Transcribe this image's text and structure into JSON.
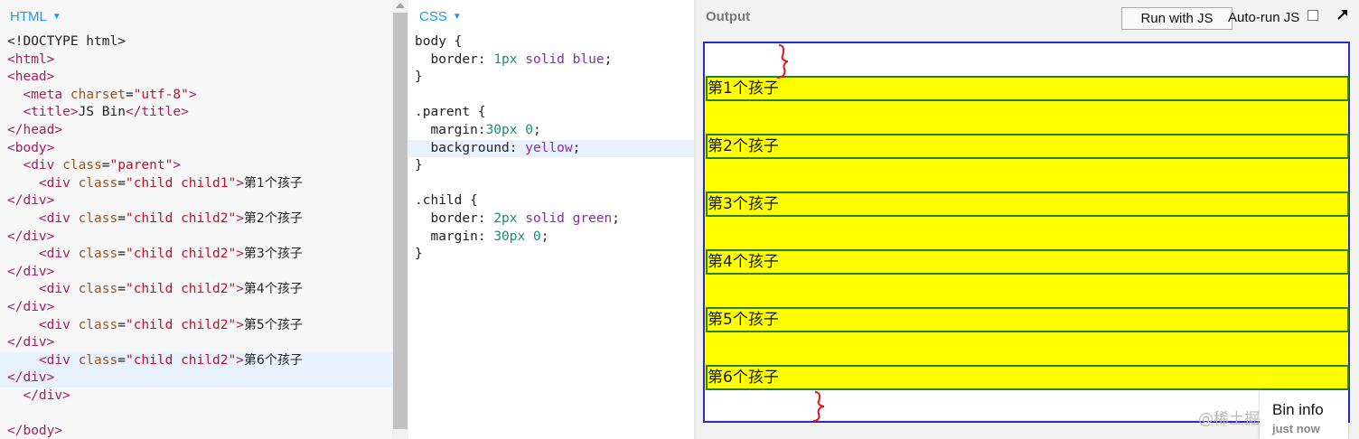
{
  "html_panel": {
    "label": "HTML",
    "caret": "▼",
    "lines": [
      [
        [
          "plain",
          "<!DOCTYPE html>"
        ]
      ],
      [
        [
          "tag",
          "<html>"
        ]
      ],
      [
        [
          "tag",
          "<head>"
        ]
      ],
      [
        [
          "plain",
          "  "
        ],
        [
          "tag",
          "<meta "
        ],
        [
          "attr",
          "charset"
        ],
        [
          "plain",
          "="
        ],
        [
          "str",
          "\"utf-8\""
        ],
        [
          "tag",
          ">"
        ]
      ],
      [
        [
          "plain",
          "  "
        ],
        [
          "tag",
          "<title>"
        ],
        [
          "plain",
          "JS Bin"
        ],
        [
          "tag",
          "</title>"
        ]
      ],
      [
        [
          "tag",
          "</head>"
        ]
      ],
      [
        [
          "tag",
          "<body>"
        ]
      ],
      [
        [
          "plain",
          "  "
        ],
        [
          "tag",
          "<div "
        ],
        [
          "attr",
          "class"
        ],
        [
          "plain",
          "="
        ],
        [
          "str",
          "\"parent\""
        ],
        [
          "tag",
          ">"
        ]
      ],
      [
        [
          "plain",
          "    "
        ],
        [
          "tag",
          "<div "
        ],
        [
          "attr",
          "class"
        ],
        [
          "plain",
          "="
        ],
        [
          "str",
          "\"child child1\""
        ],
        [
          "tag",
          ">"
        ],
        [
          "cjk",
          "第1个孩子"
        ]
      ],
      [
        [
          "tag",
          "</div>"
        ]
      ],
      [
        [
          "plain",
          "    "
        ],
        [
          "tag",
          "<div "
        ],
        [
          "attr",
          "class"
        ],
        [
          "plain",
          "="
        ],
        [
          "str",
          "\"child child2\""
        ],
        [
          "tag",
          ">"
        ],
        [
          "cjk",
          "第2个孩子"
        ]
      ],
      [
        [
          "tag",
          "</div>"
        ]
      ],
      [
        [
          "plain",
          "    "
        ],
        [
          "tag",
          "<div "
        ],
        [
          "attr",
          "class"
        ],
        [
          "plain",
          "="
        ],
        [
          "str",
          "\"child child2\""
        ],
        [
          "tag",
          ">"
        ],
        [
          "cjk",
          "第3个孩子"
        ]
      ],
      [
        [
          "tag",
          "</div>"
        ]
      ],
      [
        [
          "plain",
          "    "
        ],
        [
          "tag",
          "<div "
        ],
        [
          "attr",
          "class"
        ],
        [
          "plain",
          "="
        ],
        [
          "str",
          "\"child child2\""
        ],
        [
          "tag",
          ">"
        ],
        [
          "cjk",
          "第4个孩子"
        ]
      ],
      [
        [
          "tag",
          "</div>"
        ]
      ],
      [
        [
          "plain",
          "    "
        ],
        [
          "tag",
          "<div "
        ],
        [
          "attr",
          "class"
        ],
        [
          "plain",
          "="
        ],
        [
          "str",
          "\"child child2\""
        ],
        [
          "tag",
          ">"
        ],
        [
          "cjk",
          "第5个孩子"
        ]
      ],
      [
        [
          "tag",
          "</div>"
        ]
      ],
      [
        [
          "plain",
          "    "
        ],
        [
          "tag",
          "<div "
        ],
        [
          "attr",
          "class"
        ],
        [
          "plain",
          "="
        ],
        [
          "str",
          "\"child child2\""
        ],
        [
          "tag",
          ">"
        ],
        [
          "cjk",
          "第6个孩子"
        ]
      ],
      [
        [
          "tag",
          "</div>"
        ]
      ],
      [
        [
          "plain",
          "  "
        ],
        [
          "tag",
          "</div>"
        ]
      ],
      [
        [
          "plain",
          ""
        ]
      ],
      [
        [
          "tag",
          "</body>"
        ]
      ]
    ],
    "highlighted_lines": [
      18,
      19
    ]
  },
  "css_panel": {
    "label": "CSS",
    "caret": "▼",
    "lines": [
      [
        [
          "prop",
          "body {"
        ]
      ],
      [
        [
          "prop",
          "  border: "
        ],
        [
          "num",
          "1px"
        ],
        [
          "plain",
          " "
        ],
        [
          "kw",
          "solid"
        ],
        [
          "plain",
          " "
        ],
        [
          "kw",
          "blue"
        ],
        [
          "plain",
          ";"
        ]
      ],
      [
        [
          "prop",
          "}"
        ]
      ],
      [
        [
          "plain",
          ""
        ]
      ],
      [
        [
          "prop",
          ".parent {"
        ]
      ],
      [
        [
          "prop",
          "  margin:"
        ],
        [
          "num",
          "30px"
        ],
        [
          "plain",
          " "
        ],
        [
          "num",
          "0"
        ],
        [
          "plain",
          ";"
        ]
      ],
      [
        [
          "prop",
          "  background: "
        ],
        [
          "kw",
          "yellow"
        ],
        [
          "plain",
          ";"
        ]
      ],
      [
        [
          "prop",
          "}"
        ]
      ],
      [
        [
          "plain",
          ""
        ]
      ],
      [
        [
          "prop",
          ".child {"
        ]
      ],
      [
        [
          "prop",
          "  border: "
        ],
        [
          "num",
          "2px"
        ],
        [
          "plain",
          " "
        ],
        [
          "kw",
          "solid"
        ],
        [
          "plain",
          " "
        ],
        [
          "kw",
          "green"
        ],
        [
          "plain",
          ";"
        ]
      ],
      [
        [
          "prop",
          "  margin: "
        ],
        [
          "num",
          "30px"
        ],
        [
          "plain",
          " "
        ],
        [
          "num",
          "0"
        ],
        [
          "plain",
          ";"
        ]
      ],
      [
        [
          "prop",
          "}"
        ]
      ]
    ],
    "highlighted_lines": [
      6
    ]
  },
  "output_panel": {
    "label": "Output",
    "run_button_label": "Run with JS",
    "autorun_label": "Auto-run JS",
    "autorun_checked": false,
    "expand_icon": "arrow-up-right-icon",
    "children": [
      "第1个孩子",
      "第2个孩子",
      "第3个孩子",
      "第4个孩子",
      "第5个孩子",
      "第6个孩子"
    ]
  },
  "bin_info": {
    "title": "Bin info",
    "subtitle": "just now"
  },
  "watermark": "@稀土掘金技术社区",
  "colors": {
    "accent": "#1d9ce0",
    "tag": "#a02060",
    "attr": "#9a5520",
    "string": "#b8132d",
    "number": "#1b8b76",
    "keyword": "#8a2ba8",
    "output_border": "#2a28d6",
    "parent_bg": "#ffff00",
    "child_border": "#2a7d2f",
    "annotation": "#e0141e"
  }
}
